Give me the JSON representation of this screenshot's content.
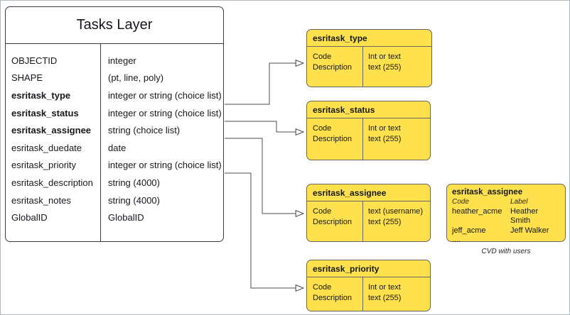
{
  "main_table": {
    "title": "Tasks Layer",
    "fields": [
      {
        "name": "OBJECTID",
        "type": "integer"
      },
      {
        "name": "SHAPE",
        "type": "(pt, line, poly)"
      },
      {
        "name": "esritask_type",
        "type": "integer or string (choice list)"
      },
      {
        "name": "esritask_status",
        "type": "integer or string (choice list)"
      },
      {
        "name": "esritask_assignee",
        "type": "string (choice list)"
      },
      {
        "name": "esritask_duedate",
        "type": "date"
      },
      {
        "name": "esritask_priority",
        "type": "integer or string (choice list)"
      },
      {
        "name": "esritask_description",
        "type": "string (4000)"
      },
      {
        "name": "esritask_notes",
        "type": "string (4000)"
      },
      {
        "name": "GlobalID",
        "type": "GlobalID"
      }
    ]
  },
  "domain_boxes": [
    {
      "title": "esritask_type",
      "rows": [
        [
          "Code",
          "Int or text"
        ],
        [
          "Description",
          "text (255)"
        ]
      ]
    },
    {
      "title": "esritask_status",
      "rows": [
        [
          "Code",
          "Int or text"
        ],
        [
          "Description",
          "text (255)"
        ]
      ]
    },
    {
      "title": "esritask_assignee",
      "rows": [
        [
          "Code",
          "text  (username)"
        ],
        [
          "Description",
          "text (255)"
        ]
      ]
    },
    {
      "title": "esritask_priority",
      "rows": [
        [
          "Code",
          "Int or text"
        ],
        [
          "Description",
          "text (255)"
        ]
      ]
    }
  ],
  "cvd_box": {
    "title": "esritask_assignee",
    "header": [
      "Code",
      "Label"
    ],
    "rows": [
      [
        "heather_acme",
        "Heather Smith"
      ],
      [
        "jeff_acme",
        "Jeff Walker"
      ],
      [
        "....",
        ""
      ]
    ],
    "caption": "CVD with users"
  },
  "colors": {
    "domain_fill": "#FFE14D",
    "domain_border": "#666666",
    "connector": "#4D4D4D"
  }
}
